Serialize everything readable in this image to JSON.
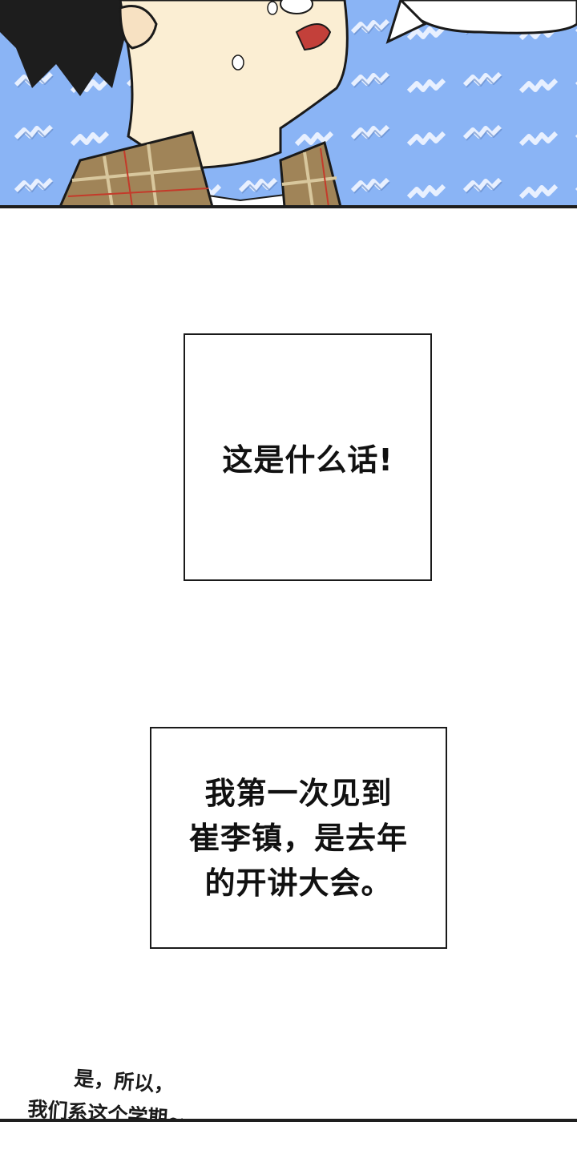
{
  "captions": {
    "box1": "这是什么话!",
    "box2_lines": [
      "我第一次见到",
      "崔李镇，是去年",
      "的开讲大会。"
    ]
  },
  "handwritten": {
    "line1": "是，所以，",
    "line2": "我们系这个学期~"
  },
  "colors": {
    "panel_bg": "#8ab4f5",
    "zigzag": "#d6e6ff",
    "skin": "#fbeed3",
    "hair": "#1d1d1d",
    "plaid": "#a08458"
  }
}
